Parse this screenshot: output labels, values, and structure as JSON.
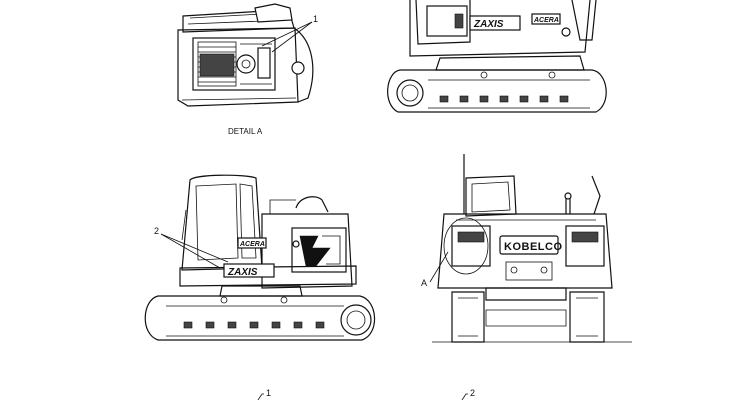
{
  "callouts": {
    "c1": "1",
    "c2": "2",
    "cA": "A",
    "b1": "1",
    "b2": "2"
  },
  "captions": {
    "detail": "DETAIL A"
  },
  "decals": {
    "model": "ZAXIS",
    "series": "ACERA",
    "brand": "KOBELCO"
  }
}
